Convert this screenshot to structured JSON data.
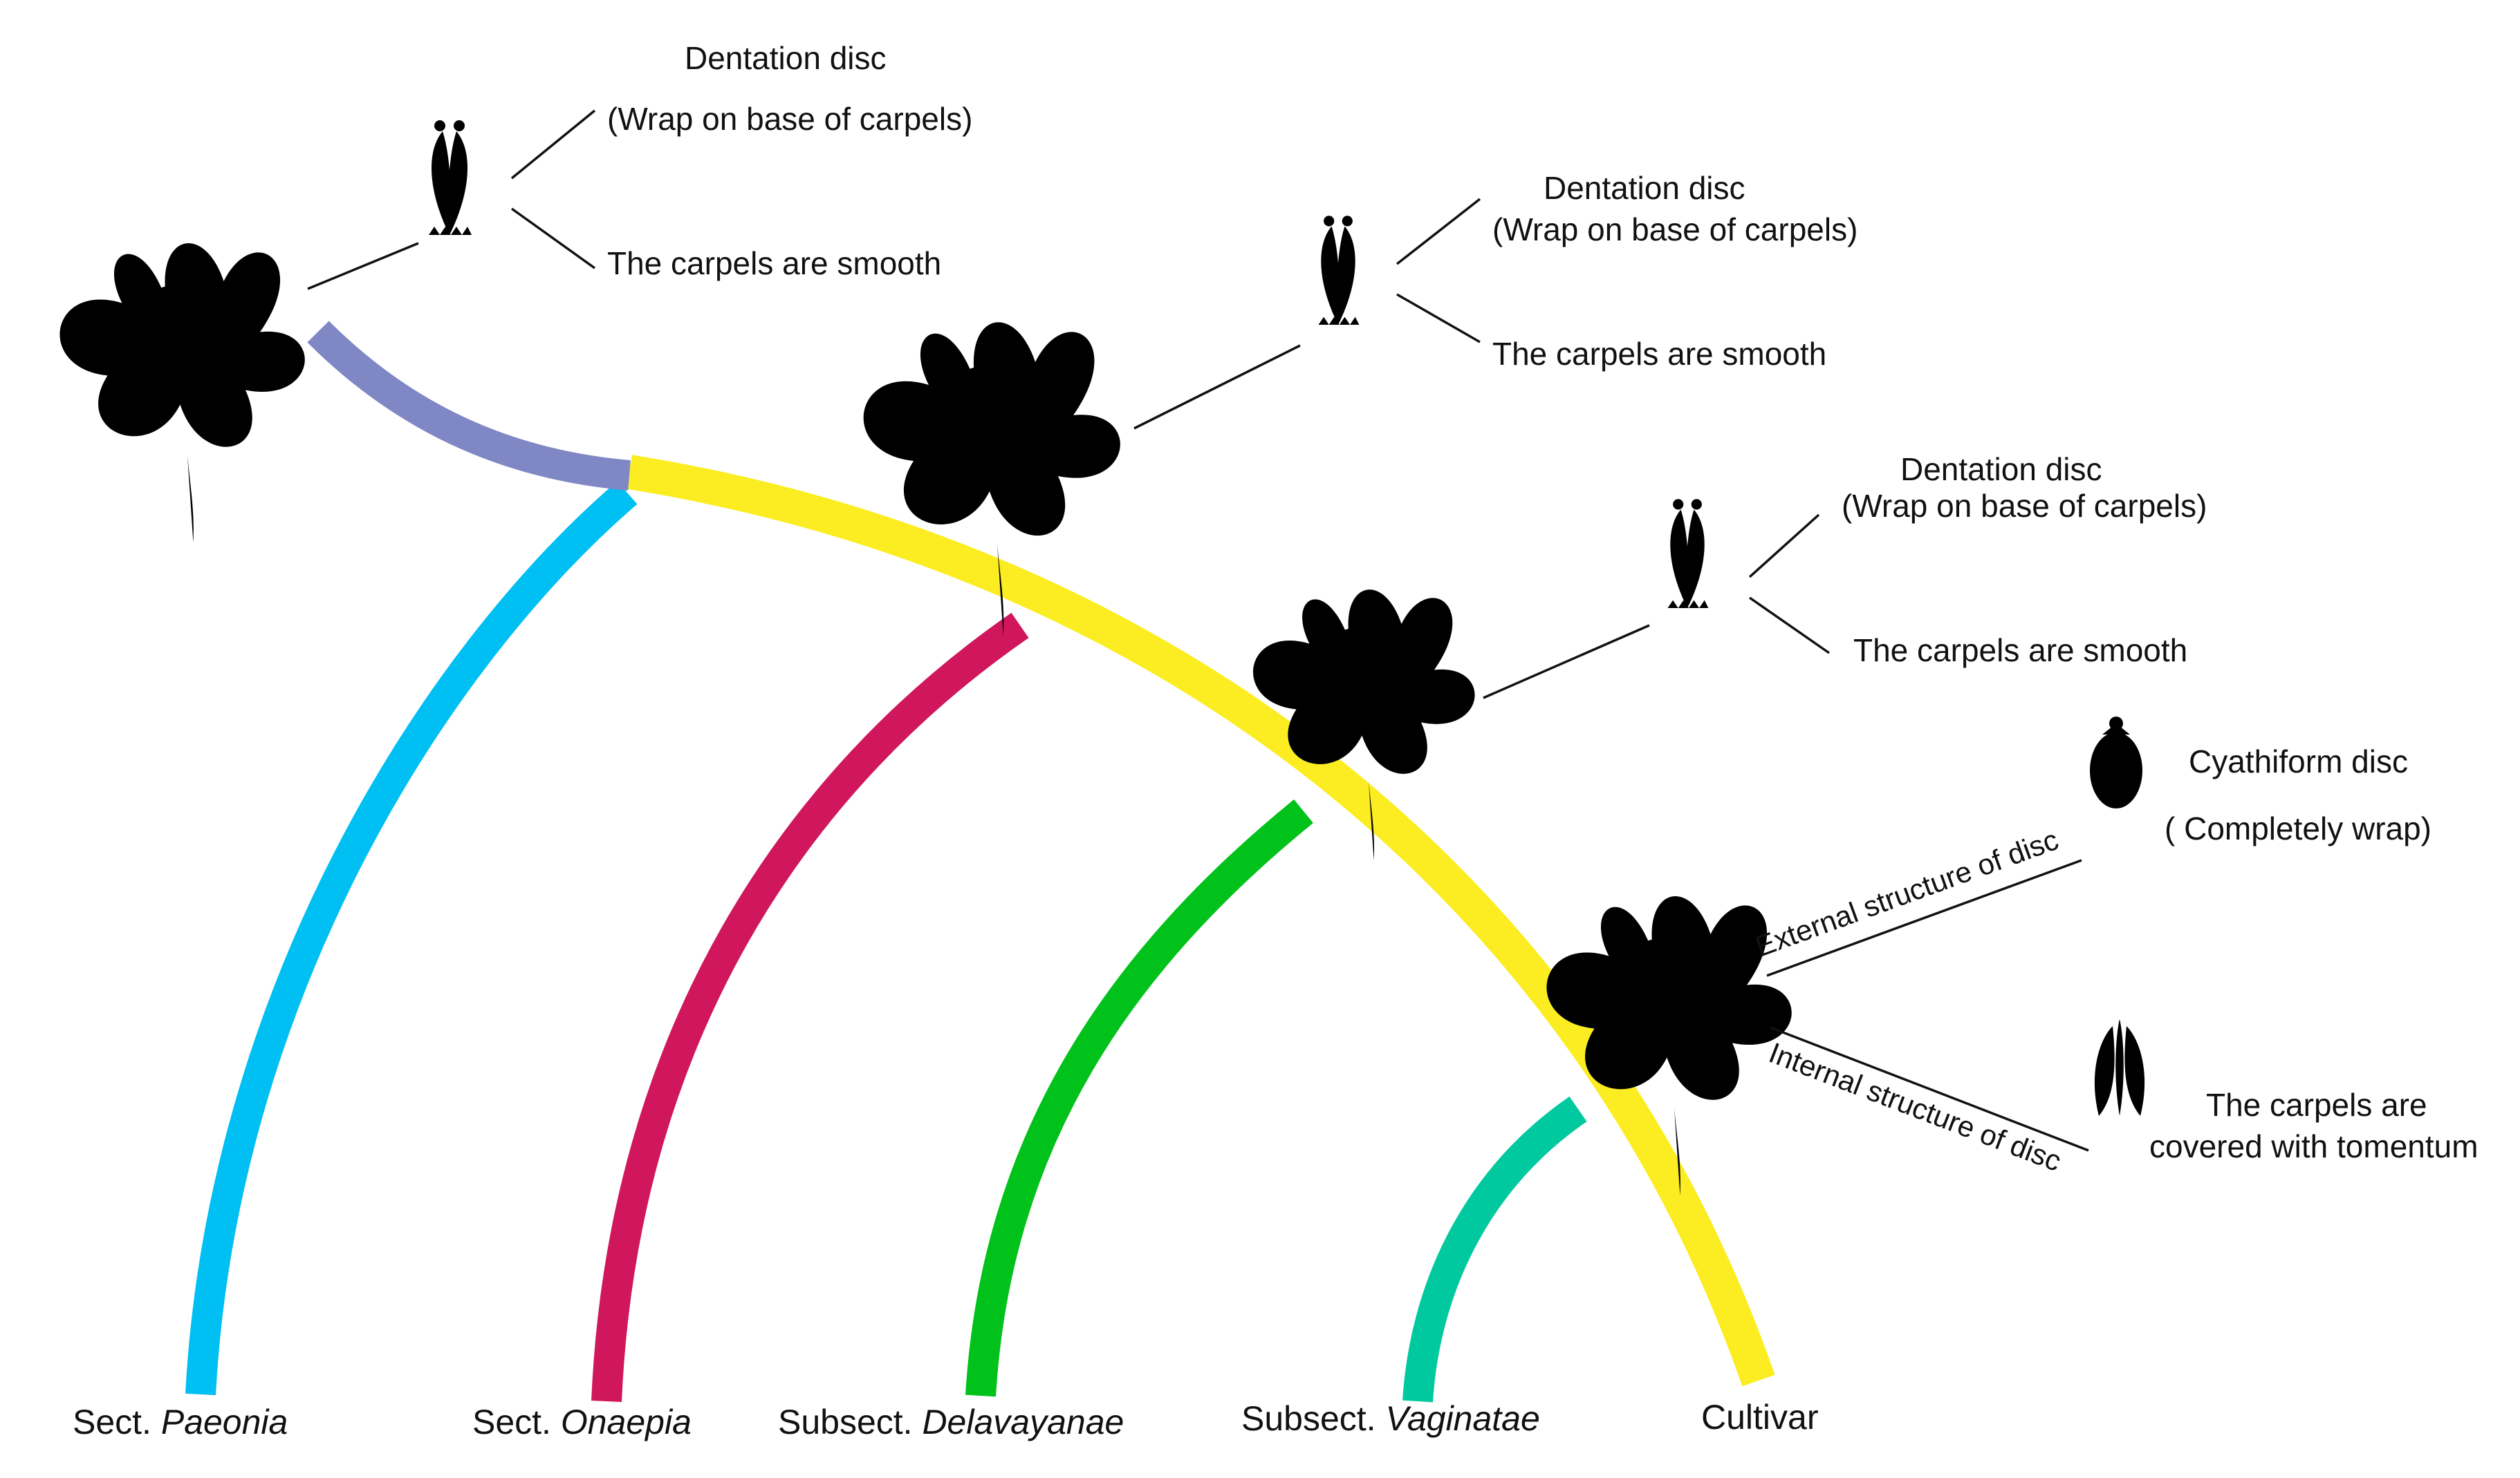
{
  "colors": {
    "root": "#7f87c4",
    "cultivar": "#fbed21",
    "paeonia": "#00bff3",
    "onaepia": "#d0165c",
    "delavayanae": "#00c21a",
    "vaginatae": "#00c9a0"
  },
  "taxa": {
    "t1": {
      "prefix": "Sect. ",
      "name": "Paeonia"
    },
    "t2": {
      "prefix": "Sect. ",
      "name": "Onaepia"
    },
    "t3": {
      "prefix": "Subsect. ",
      "name": "Delavayanae"
    },
    "t4": {
      "prefix": "Subsect. ",
      "name": "Vaginatae"
    },
    "t5": {
      "prefix": "",
      "name": "Cultivar"
    }
  },
  "annotations": {
    "a1": {
      "line1": "Dentation disc",
      "line2": "(Wrap on base of carpels)",
      "line3": "The carpels are smooth"
    },
    "a2": {
      "line1": "Dentation disc",
      "line2": "(Wrap on base of carpels)",
      "line3": "The carpels are smooth"
    },
    "a3": {
      "line1": "Dentation disc",
      "line2": "(Wrap on base of carpels)",
      "line3": "The carpels are smooth"
    },
    "a4": {
      "external": "External structure of disc",
      "internal": "Internal structure of disc",
      "cyath1": "Cyathiform disc",
      "cyath2": "( Completely wrap)",
      "tom1": "The carpels are",
      "tom2": "covered with tomentum"
    }
  },
  "icons": [
    "flower-icon",
    "carpel-icon",
    "disc-icon"
  ]
}
